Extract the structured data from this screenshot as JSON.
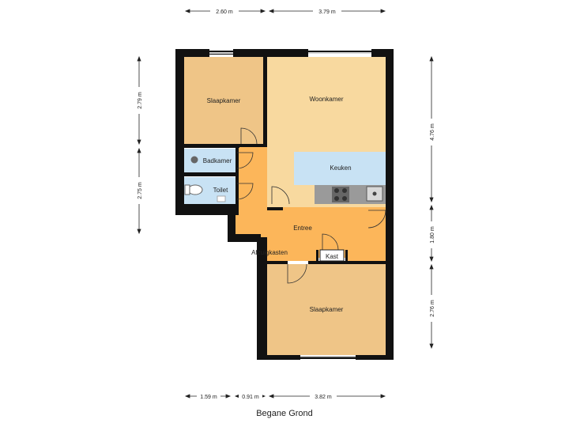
{
  "plan": {
    "caption": "Begane Grond",
    "rooms": {
      "slaapkamer_top": "Slaapkamer",
      "woonkamer": "Woonkamer",
      "keuken": "Keuken",
      "badkamer": "Badkamer",
      "toilet": "Toilet",
      "entree": "Entree",
      "afzuigkasten": "Afzuigkasten",
      "kast": "Kast",
      "slaapkamer_bottom": "Slaapkamer"
    },
    "dimensions": {
      "top": [
        "2.60 m",
        "3.79 m"
      ],
      "left": [
        "2.79 m",
        "2.75 m"
      ],
      "right": [
        "4.76 m",
        "1.80 m",
        "2.76 m"
      ],
      "bottom": [
        "1.59 m",
        "0.91 m",
        "3.82 m"
      ]
    },
    "colors": {
      "wall": "#111111",
      "slaapkamer": "#efc587",
      "woonkamer": "#f8d99f",
      "entree": "#fcb65a",
      "keuken": "#c8e2f4",
      "sanitair": "#c8e2f4"
    }
  }
}
